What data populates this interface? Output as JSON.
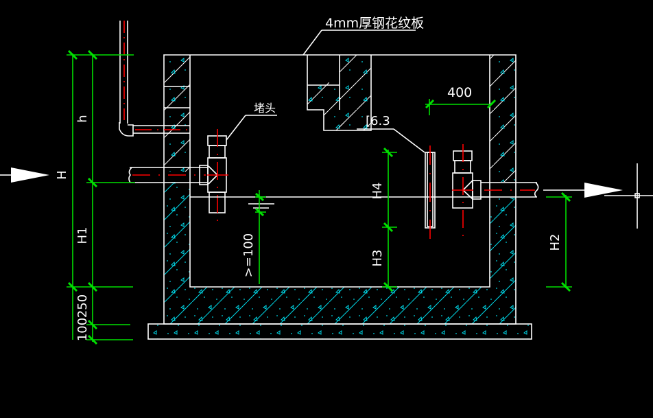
{
  "drawing": {
    "title_note": "4mm厚钢花纹板",
    "plug_label": "堵头",
    "angle_label": "[6.3",
    "colors": {
      "background": "#000000",
      "outline": "#ffffff",
      "dimension": "#00e000",
      "centerline": "#ff0000",
      "concrete_hatch": "#00d8e8"
    }
  },
  "dimensions": {
    "h": "h",
    "H": "H",
    "H1": "H1",
    "H2": "H2",
    "H3": "H3",
    "H4": "H4",
    "min_depth": ">=100",
    "base_250": "250",
    "base_100": "100",
    "offset_400": "400"
  },
  "flow": {
    "inlet_arrow": "arrow-right",
    "outlet_arrow": "arrow-right"
  }
}
